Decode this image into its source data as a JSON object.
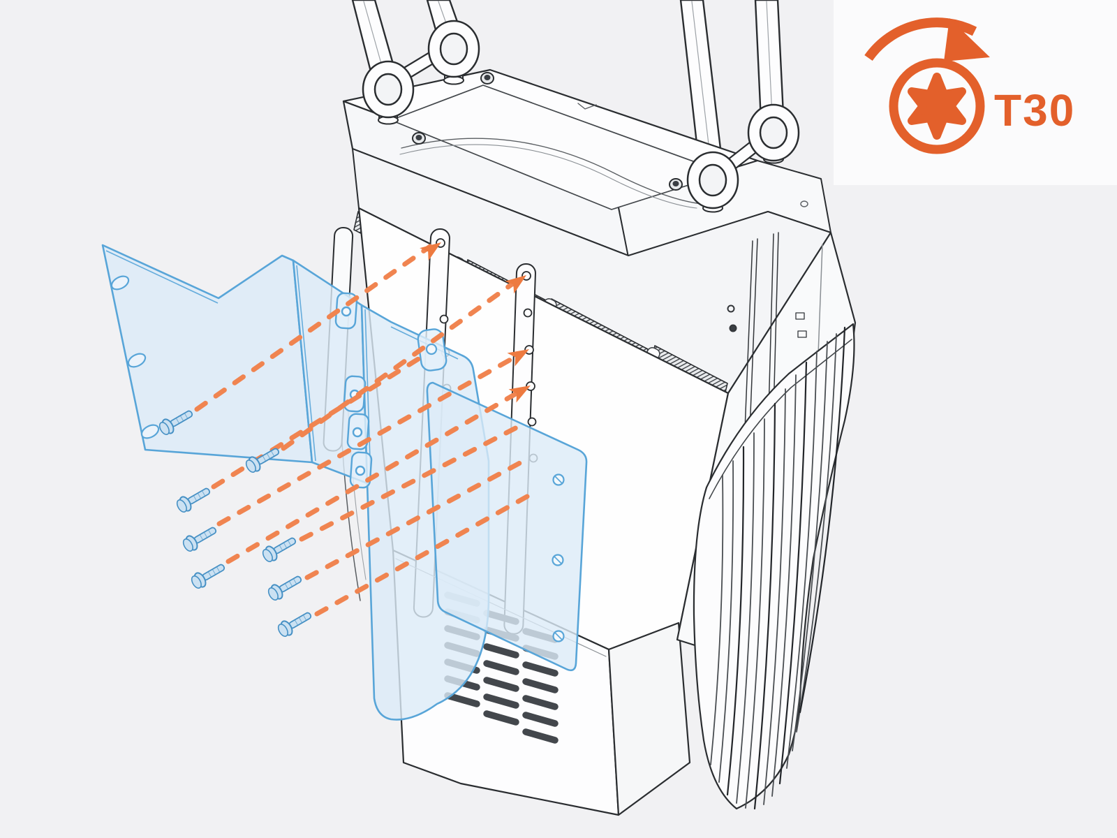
{
  "scene": {
    "background_color": "#F1F1F3",
    "description": "Exploded isometric installation step: a mounting bracket, a cover plate and eight screws are driven into a wall-mount power unit suspended on lifting straps"
  },
  "tool_badge": {
    "label": "T30",
    "accent_color": "#E3602B",
    "card_color": "#FBFBFC",
    "icons": [
      "rotate-clockwise-arrow-icon",
      "torx-bit-icon"
    ]
  },
  "diagram": {
    "arrow_color": "#F08450",
    "arrowhead_color": "#ED7A40",
    "panel_fill_color": "#DCEBF7",
    "panel_outline_color": "#58A5D8",
    "screw_fill_color": "#CBE1F2",
    "screw_outline_color": "#4690C4",
    "line_color": "#2A2D30",
    "screw_count": 8,
    "guide_arrow_count": 8,
    "visible_arrowhead_count": 4,
    "bracket_slot_count": 4,
    "bracket_edge_hole_count": 3,
    "bracket_keyhole_count": 1,
    "cover_plate_hole_count": 3,
    "mounting_rail_count": 3,
    "lifting_strap_count": 4,
    "lifting_eyebolt_count": 4,
    "top_cap_screw_count": 3,
    "vent_grille_columns": 3,
    "vent_grille_rows": 7,
    "top_vent_strip_count": 4
  }
}
